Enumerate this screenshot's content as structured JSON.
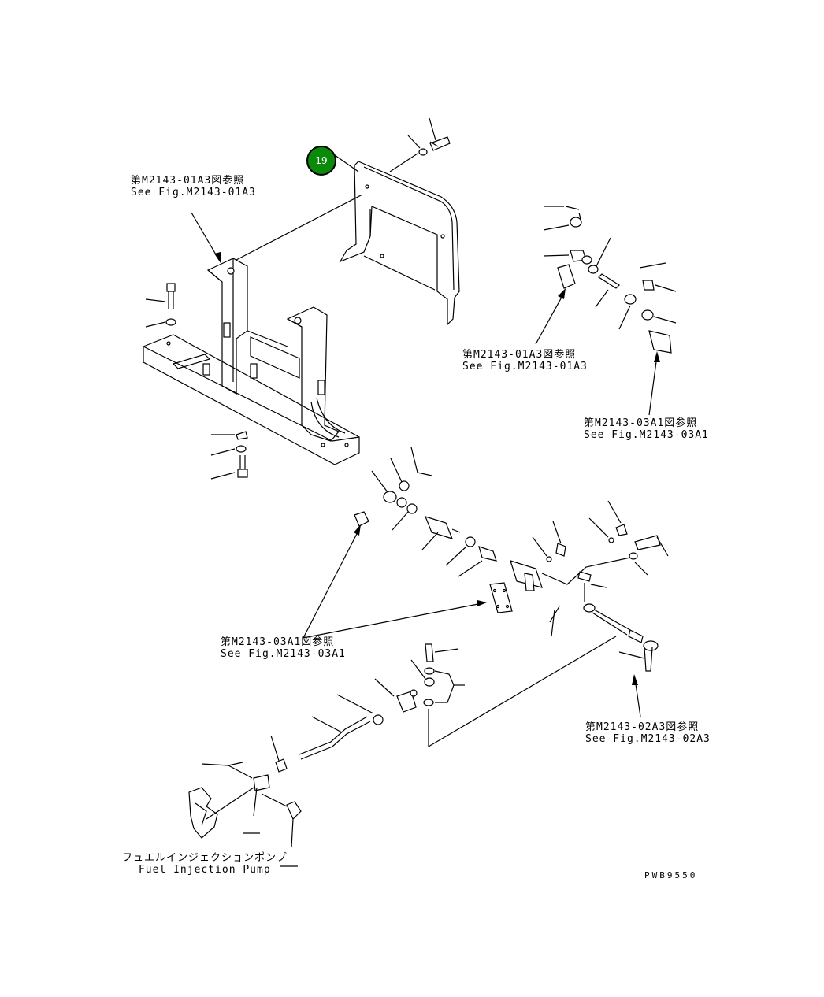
{
  "callout": {
    "number": "19",
    "color": "#0a8a0a"
  },
  "refs": {
    "r1": {
      "jp": "第M2143-01A3図参照",
      "en": "See Fig.M2143-01A3"
    },
    "r2": {
      "jp": "第M2143-01A3図参照",
      "en": "See Fig.M2143-01A3"
    },
    "r3": {
      "jp": "第M2143-03A1図参照",
      "en": "See Fig.M2143-03A1"
    },
    "r4": {
      "jp": "第M2143-03A1図参照",
      "en": "See Fig.M2143-03A1"
    },
    "r5": {
      "jp": "第M2143-02A3図参照",
      "en": "See Fig.M2143-02A3"
    }
  },
  "pump": {
    "jp": "フュエルインジェクションポンプ",
    "en": "Fuel Injection Pump"
  },
  "drawing_code": "PWB9550"
}
